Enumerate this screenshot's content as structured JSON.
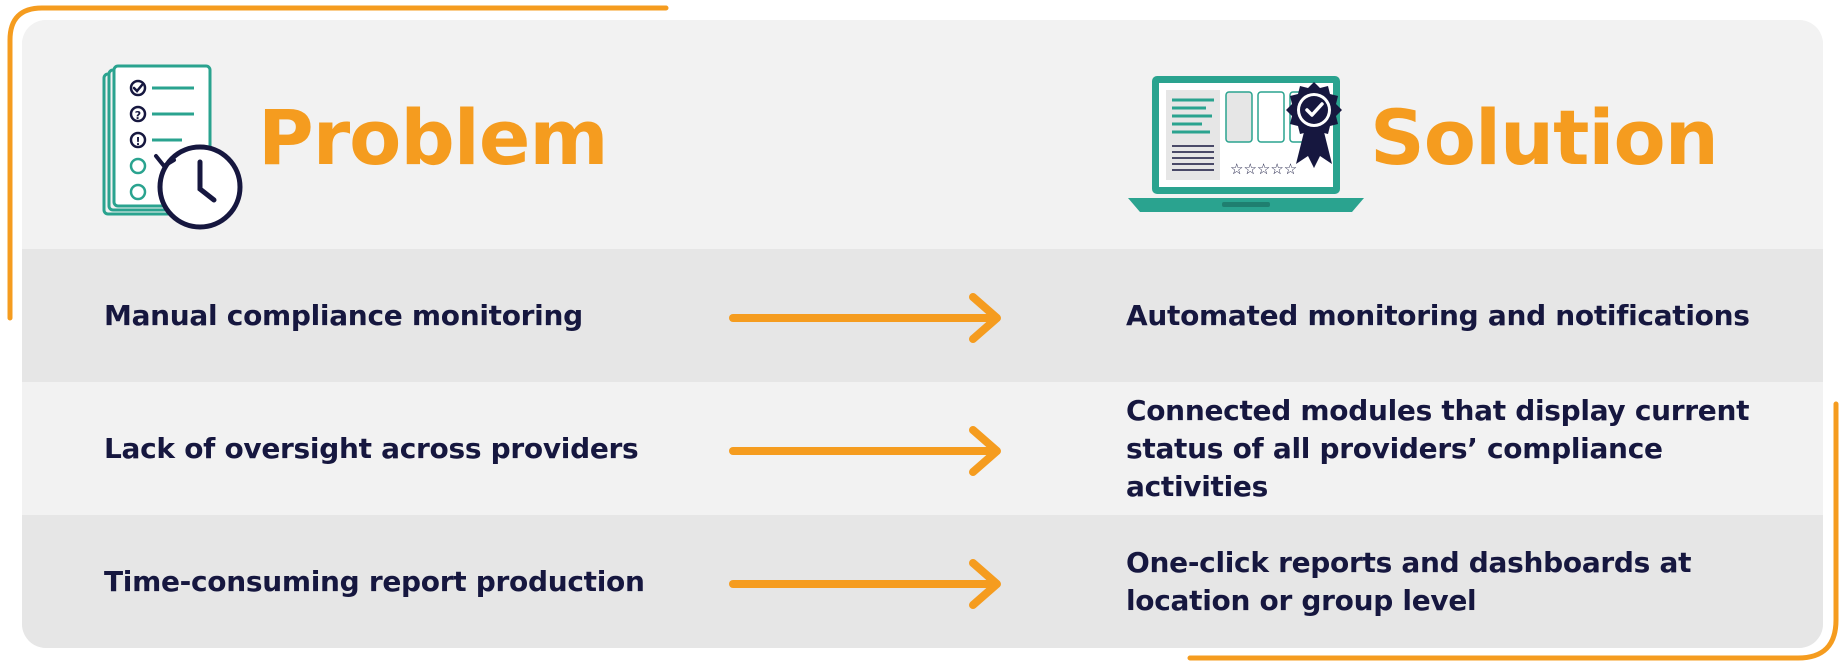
{
  "problem_heading": "Problem",
  "solution_heading": "Solution",
  "rows": [
    {
      "problem": "Manual compliance monitoring",
      "solution": "Automated monitoring and notifications"
    },
    {
      "problem": "Lack of oversight across providers",
      "solution": "Connected modules that display current status of all providers’ compliance activities"
    },
    {
      "problem": "Time-consuming report production",
      "solution": "One-click reports and dashboards at location or group level"
    }
  ],
  "colors": {
    "accent": "#f59c1f",
    "navy": "#16173f",
    "teal": "#2aa38f",
    "row_shade": "#e6e6e6",
    "row_light": "#f2f2f2"
  },
  "icons": {
    "problem": "checklist-clock-icon",
    "solution": "laptop-award-icon",
    "arrow": "arrow-right-icon"
  }
}
